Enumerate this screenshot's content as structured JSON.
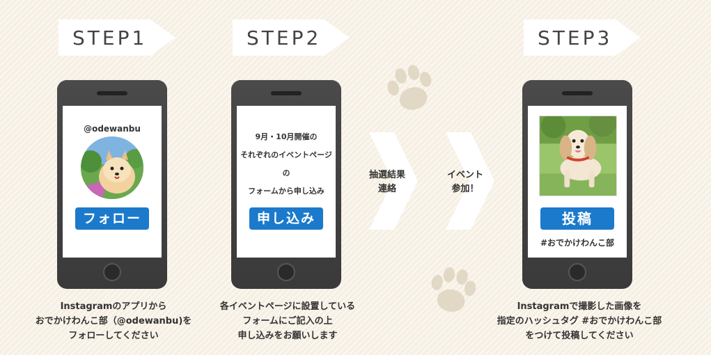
{
  "steps": [
    {
      "label": "STEP1",
      "handle": "@odewanbu",
      "button": "フォロー",
      "caption": [
        "Instagramのアプリから",
        "おでかけわんこ部（@odewanbu)を",
        "フォローしてください"
      ]
    },
    {
      "label": "STEP2",
      "screen_text": [
        "9月・10月開催の",
        "それぞれのイベントページの",
        "フォームから申し込み"
      ],
      "button": "申し込み",
      "caption": [
        "各イベントページに設置している",
        "フォームにご記入の上",
        "申し込みをお願いします"
      ]
    },
    {
      "label": "STEP3",
      "button": "投稿",
      "hashtag": "#おでかけわんこ部",
      "caption": [
        "Instagramで撮影した画像を",
        "指定のハッシュタグ #おでかけわんこ部",
        "をつけて投稿してください"
      ]
    }
  ],
  "flow": {
    "result": [
      "抽選結果",
      "連絡"
    ],
    "event": [
      "イベント",
      "参加！"
    ]
  },
  "colors": {
    "background": "#f6efe3",
    "accent": "#1b7acb",
    "phone": "#3f3f3f",
    "paw": "#e2d8c6"
  },
  "icons": [
    "paw-print-icon",
    "chevron-right-icon",
    "dog-photo"
  ]
}
